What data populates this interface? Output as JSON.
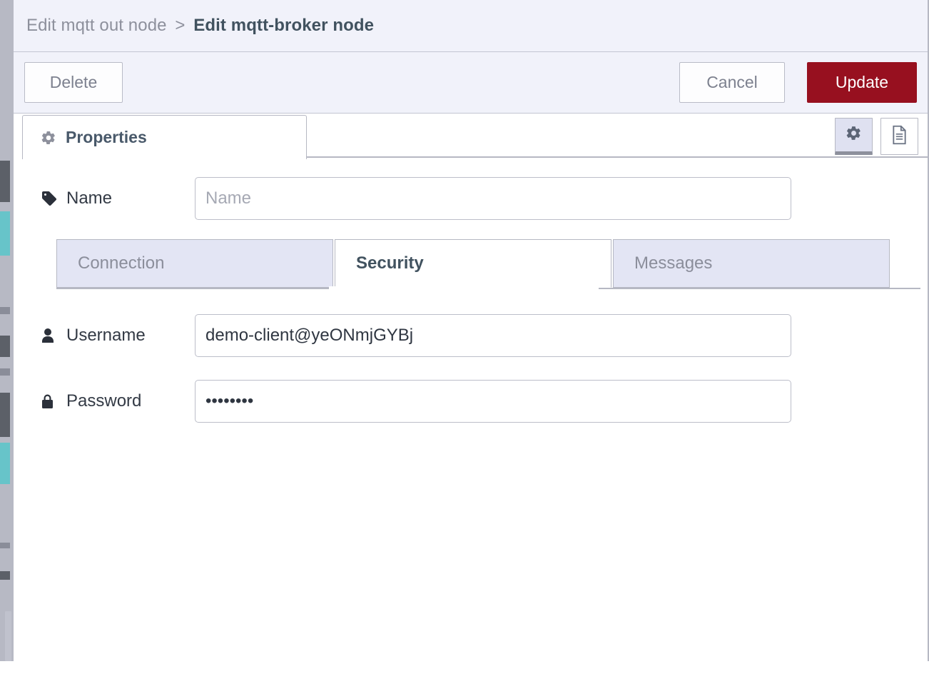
{
  "breadcrumb": {
    "parent": "Edit mqtt out node",
    "separator": ">",
    "current": "Edit mqtt-broker node"
  },
  "toolbar": {
    "delete_label": "Delete",
    "cancel_label": "Cancel",
    "update_label": "Update",
    "update_color": "#97101f"
  },
  "tabs": {
    "properties_label": "Properties",
    "properties_icon": "gear-icon",
    "icon_buttons": [
      {
        "name": "gear-icon",
        "active": true
      },
      {
        "name": "description-icon",
        "active": false
      }
    ]
  },
  "form": {
    "name": {
      "label": "Name",
      "icon": "tag-icon",
      "value": "",
      "placeholder": "Name"
    },
    "username": {
      "label": "Username",
      "icon": "user-icon",
      "value": "demo-client@yeONmjGYBj",
      "placeholder": ""
    },
    "password": {
      "label": "Password",
      "icon": "lock-icon",
      "value": "••••••••",
      "placeholder": ""
    }
  },
  "subtabs": [
    {
      "label": "Connection",
      "active": false
    },
    {
      "label": "Security",
      "active": true
    },
    {
      "label": "Messages",
      "active": false
    }
  ]
}
